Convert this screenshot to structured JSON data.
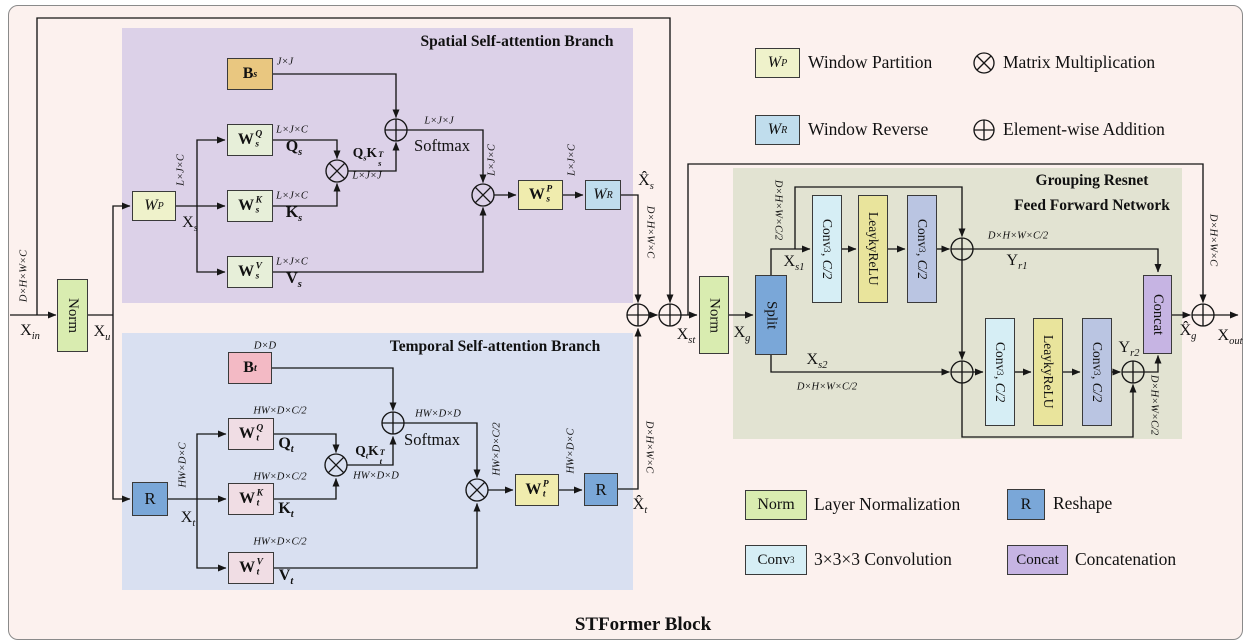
{
  "figure_title": "STFormer Block",
  "titles": {
    "spatial": "Spatial Self-attention Branch",
    "temporal": "Temporal Self-attention Branch",
    "grouping_line1": "Grouping Resnet",
    "grouping_line2": "Feed Forward Network"
  },
  "blocks": {
    "norm": "Norm",
    "split": "Split",
    "reshape": "R",
    "concat": "Concat",
    "leaky_relu": "LeaykyReLU",
    "softmax": "Softmax",
    "conv": {
      "base": "Conv",
      "sub": "3",
      "suffix": ", C/2"
    },
    "window_partition": {
      "base": "W",
      "sup": "P"
    },
    "window_reverse": {
      "base": "W",
      "sup": "R"
    },
    "w_s_q": {
      "base": "W",
      "sub": "s",
      "sup": "Q"
    },
    "w_s_k": {
      "base": "W",
      "sub": "s",
      "sup": "K"
    },
    "w_s_v": {
      "base": "W",
      "sub": "s",
      "sup": "V"
    },
    "w_s_p": {
      "base": "W",
      "sub": "s",
      "sup": "P"
    },
    "w_t_q": {
      "base": "W",
      "sub": "t",
      "sup": "Q"
    },
    "w_t_k": {
      "base": "W",
      "sub": "t",
      "sup": "K"
    },
    "w_t_v": {
      "base": "W",
      "sub": "t",
      "sup": "V"
    },
    "w_t_p": {
      "base": "W",
      "sub": "t",
      "sup": "P"
    },
    "b_s": {
      "base": "B",
      "sub": "s"
    },
    "b_t": {
      "base": "B",
      "sub": "t"
    }
  },
  "nodes": {
    "x_in": {
      "base": "X",
      "sub": "in"
    },
    "x_u": {
      "base": "X",
      "sub": "u"
    },
    "x_s": {
      "base": "X",
      "sub": "s"
    },
    "x_t": {
      "base": "X",
      "sub": "t"
    },
    "q_s": {
      "base": "Q",
      "sub": "s"
    },
    "k_s": {
      "base": "K",
      "sub": "s"
    },
    "v_s": {
      "base": "V",
      "sub": "s"
    },
    "q_t": {
      "base": "Q",
      "sub": "t"
    },
    "k_t": {
      "base": "K",
      "sub": "t"
    },
    "v_t": {
      "base": "V",
      "sub": "t"
    },
    "qk_s": {
      "q": {
        "base": "Q",
        "sub": "s"
      },
      "k": {
        "base": "K",
        "sub": "s",
        "sup": "T"
      }
    },
    "qk_t": {
      "q": {
        "base": "Q",
        "sub": "t"
      },
      "k": {
        "base": "K",
        "sub": "t",
        "sup": "T"
      }
    },
    "xhat_s": {
      "base": "X̂",
      "sub": "s"
    },
    "xhat_t": {
      "base": "X̂",
      "sub": "t"
    },
    "x_st": {
      "base": "X",
      "sub": "st"
    },
    "x_g": {
      "base": "X",
      "sub": "g"
    },
    "x_s1": {
      "base": "X",
      "sub": "s1"
    },
    "x_s2": {
      "base": "X",
      "sub": "s2"
    },
    "y_r1": {
      "base": "Y",
      "sub": "r1"
    },
    "y_r2": {
      "base": "Y",
      "sub": "r2"
    },
    "xhat_g": {
      "base": "X̂",
      "sub": "g"
    },
    "x_out": {
      "base": "X",
      "sub": "out"
    }
  },
  "dims": {
    "jj": "J×J",
    "ljc": "L×J×C",
    "ljj": "L×J×J",
    "dd": "D×D",
    "hwdc": "HW×D×C",
    "hwdc2": "HW×D×C/2",
    "hwdd": "HW×D×D",
    "dhwc": "D×H×W×C",
    "dhwc2": "D×H×W×C/2"
  },
  "legend": {
    "window_partition": "Window Partition",
    "matrix_multiplication": "Matrix Multiplication",
    "window_reverse": "Window Reverse",
    "element_wise_addition": "Element-wise Addition",
    "layer_normalization": "Layer Normalization",
    "reshape": "Reshape",
    "convolution": "3×3×3 Convolution",
    "concatenation": "Concatenation",
    "conv3": {
      "base": "Conv",
      "sub": "3"
    }
  },
  "icons": {
    "matrix_multiplication": "⊗",
    "element_wise_addition": "⊕"
  },
  "colors": {
    "background": "#fcf1ee",
    "spatial_panel": "#dcd1e8",
    "temporal_panel": "#d9e0f1",
    "grouping_panel": "#e2e3d2",
    "norm_green": "#d9ecb0",
    "window_partition_yellow": "#eff2cb",
    "window_reverse_blue": "#c0dded",
    "reshape_blue": "#7aa7d8",
    "projection_yellow": "#f0ecae",
    "spatial_qkv_green": "#e7efd9",
    "temporal_qkv_pink": "#f0dde4",
    "bias_s_orange": "#e9c780",
    "bias_t_pink": "#f3bac5",
    "conv_cyan": "#d6eef5",
    "leaky_yellow": "#e9e49c",
    "conv_blue": "#bac5e2",
    "concat_purple": "#c6b4e3",
    "wire": "#161616"
  }
}
